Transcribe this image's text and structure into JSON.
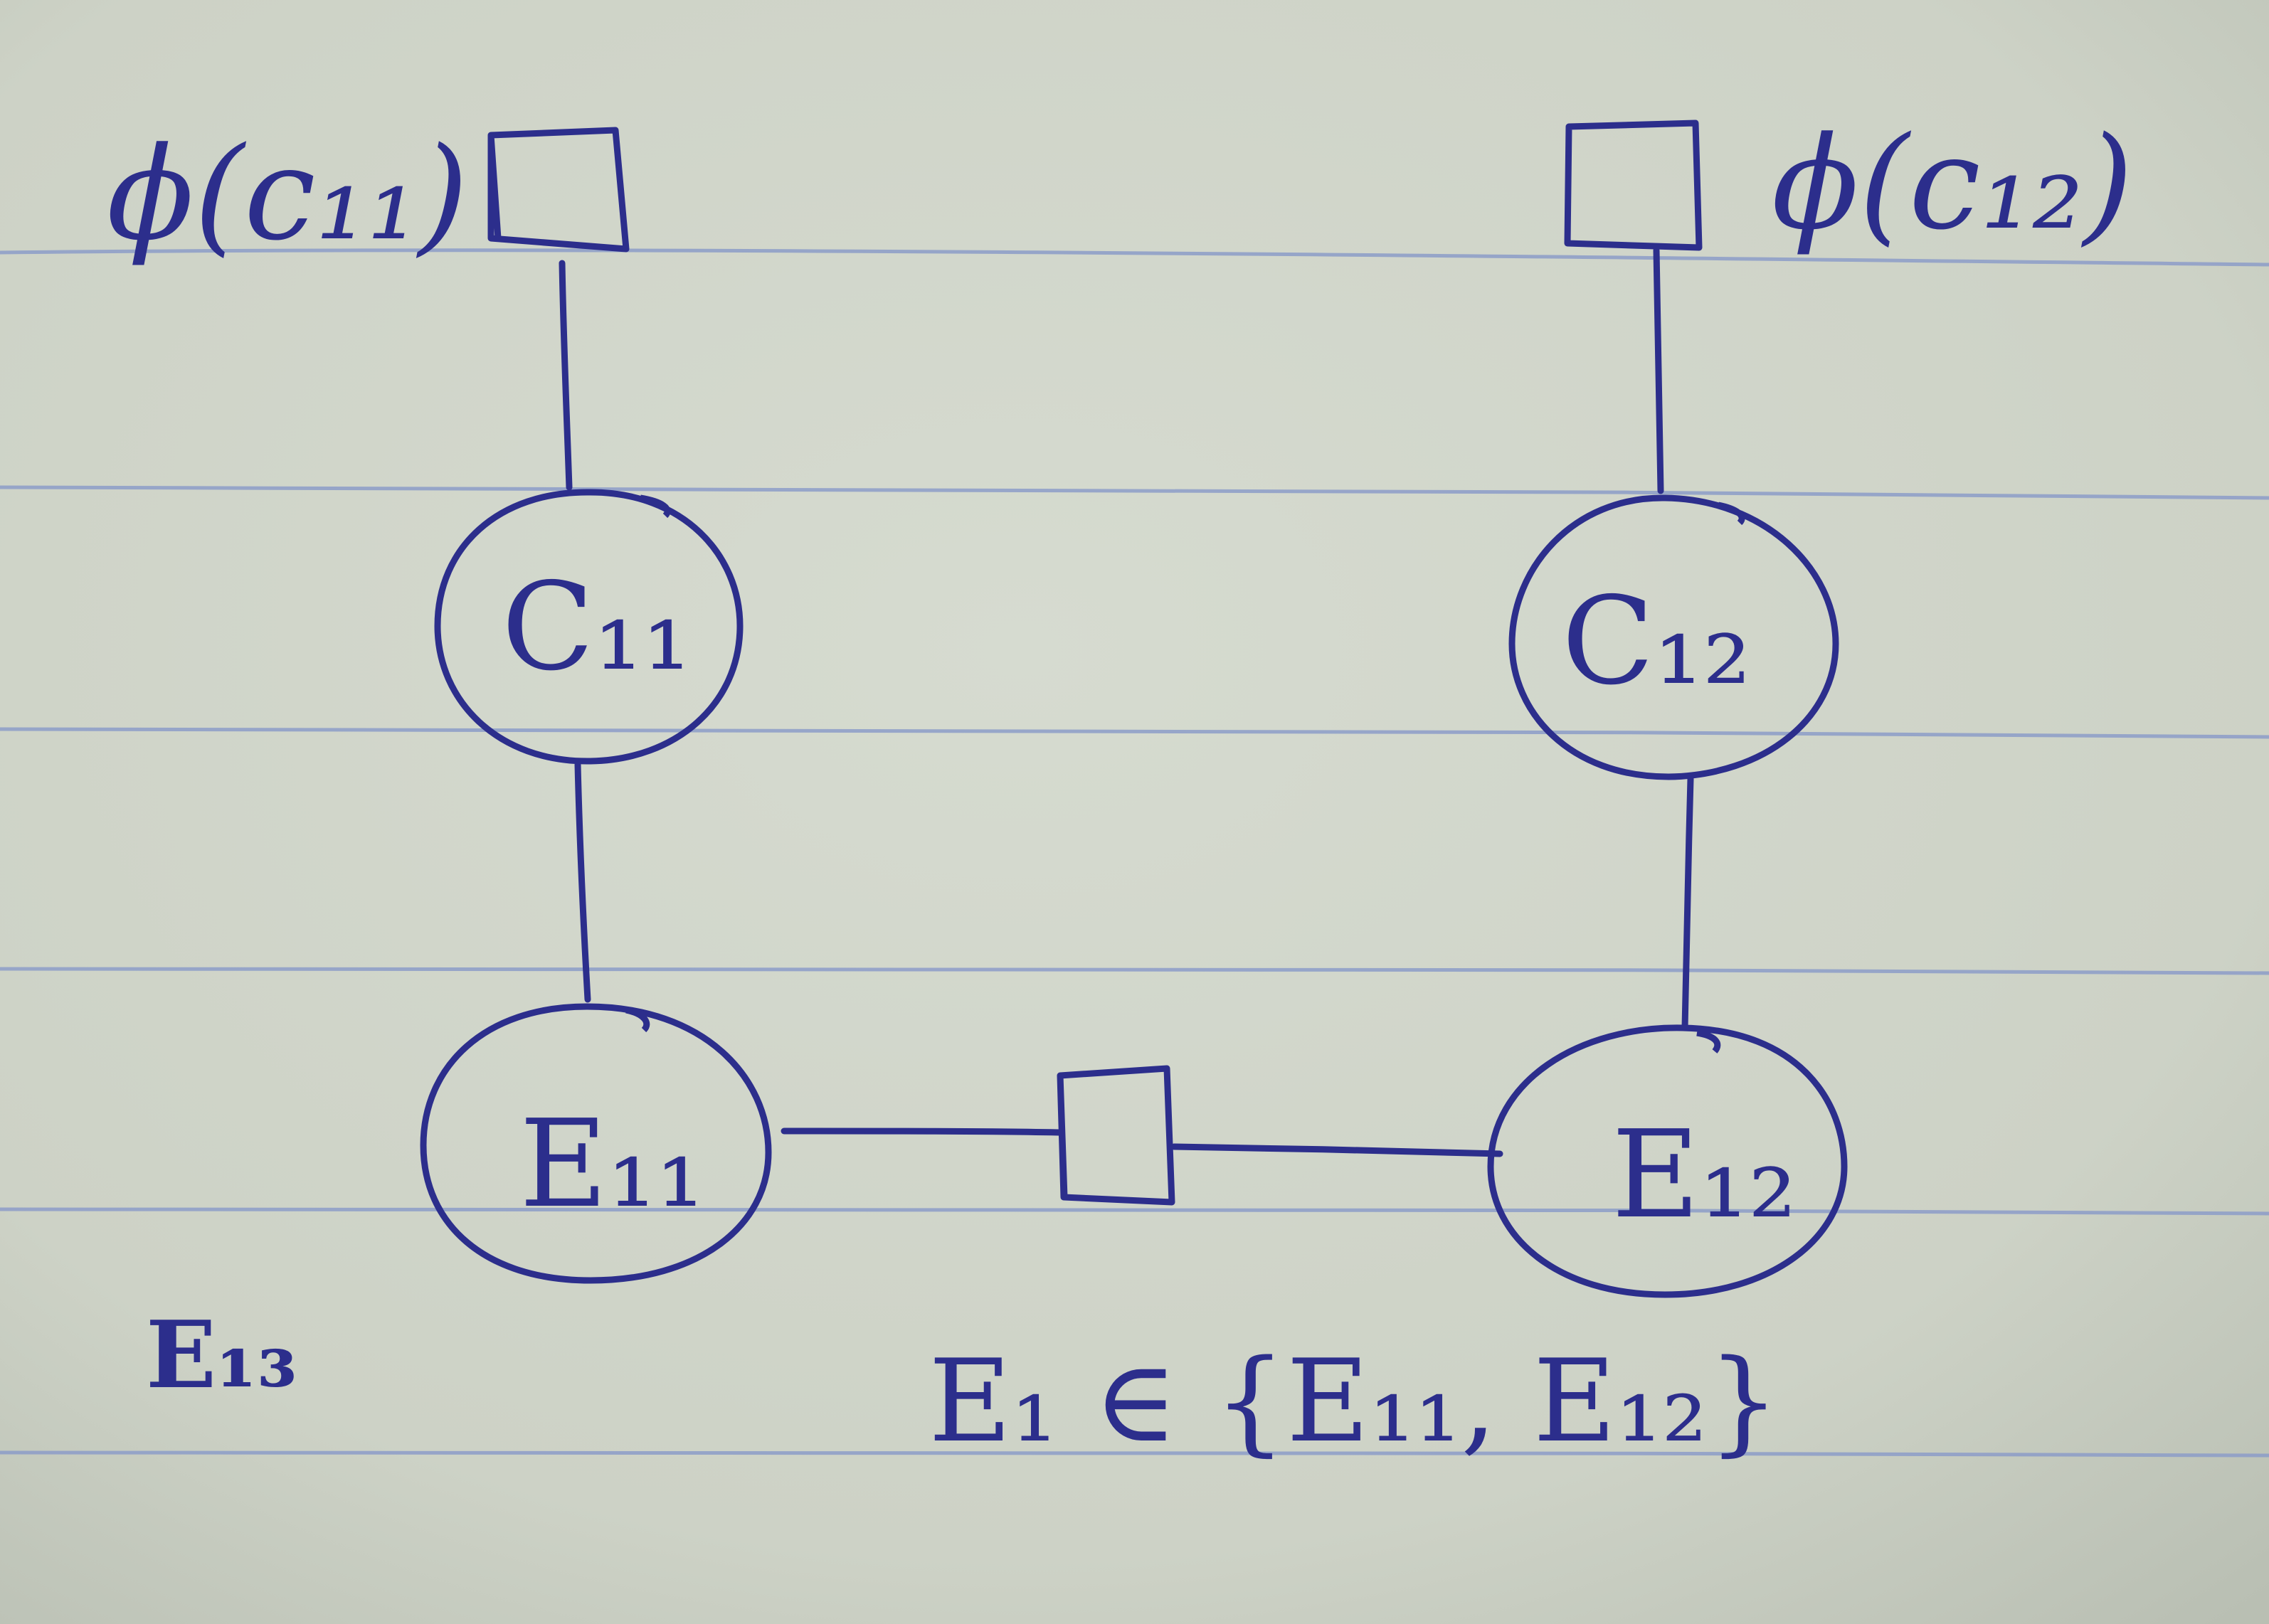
{
  "diagram": {
    "ink_color": "#2c2e8c",
    "paper_color": "#ced3c8",
    "rule_color": "#8c9cc8",
    "factors": {
      "phi_c11": {
        "label": "ϕ(c₁₁)"
      },
      "phi_c12": {
        "label": "ϕ(c₁₂)"
      },
      "e_pair": {
        "label": ""
      }
    },
    "nodes": {
      "c11": {
        "label": "C₁₁"
      },
      "c12": {
        "label": "C₁₂"
      },
      "e11": {
        "label": "E₁₁"
      },
      "e12": {
        "label": "E₁₂"
      }
    },
    "annotations": {
      "scribble": "E₁₃",
      "membership": "E₁ ∈ {E₁₁, E₁₂}"
    },
    "edges": [
      {
        "from": "phi_c11",
        "to": "c11"
      },
      {
        "from": "c11",
        "to": "e11"
      },
      {
        "from": "phi_c12",
        "to": "c12"
      },
      {
        "from": "c12",
        "to": "e12"
      },
      {
        "from": "e11",
        "to": "e_pair"
      },
      {
        "from": "e_pair",
        "to": "e12"
      }
    ]
  }
}
